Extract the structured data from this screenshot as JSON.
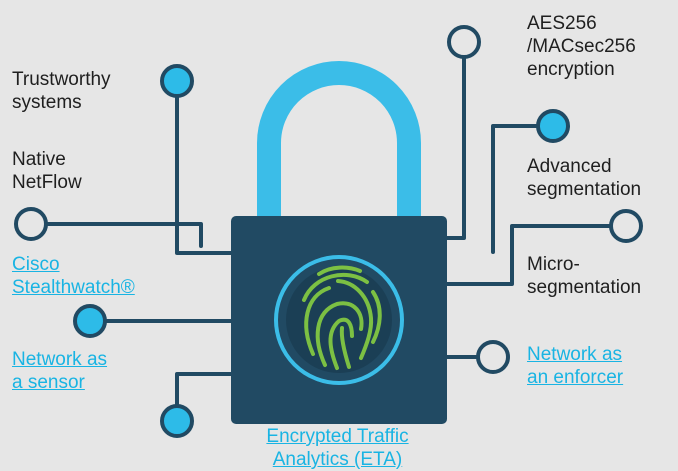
{
  "colors": {
    "background": "#e6e6e6",
    "lock_body": "#214a63",
    "lock_shackle": "#3bbde8",
    "node_fill_on": "#2dbbe8",
    "node_fill_off": "#e6e6e6",
    "line": "#214a63",
    "fingerprint": "#7cc043",
    "link": "#19b4e3",
    "text": "#1f1f1f"
  },
  "icons": {
    "center": "fingerprint-icon",
    "lock": "padlock-icon"
  },
  "labels": {
    "trustworthy": "Trustworthy\nsystems",
    "netflow": "Native\nNetFlow",
    "stealthwatch": "Cisco\nStealthwatch®",
    "sensor": "Network as\na sensor",
    "eta": "Encrypted Traffic\nAnalytics (ETA)",
    "aes": "AES256\n/MACsec256\nencryption",
    "advanced": "Advanced\nsegmentation",
    "micro": "Micro-\nsegmentation",
    "enforcer": "Network as\nan enforcer"
  }
}
